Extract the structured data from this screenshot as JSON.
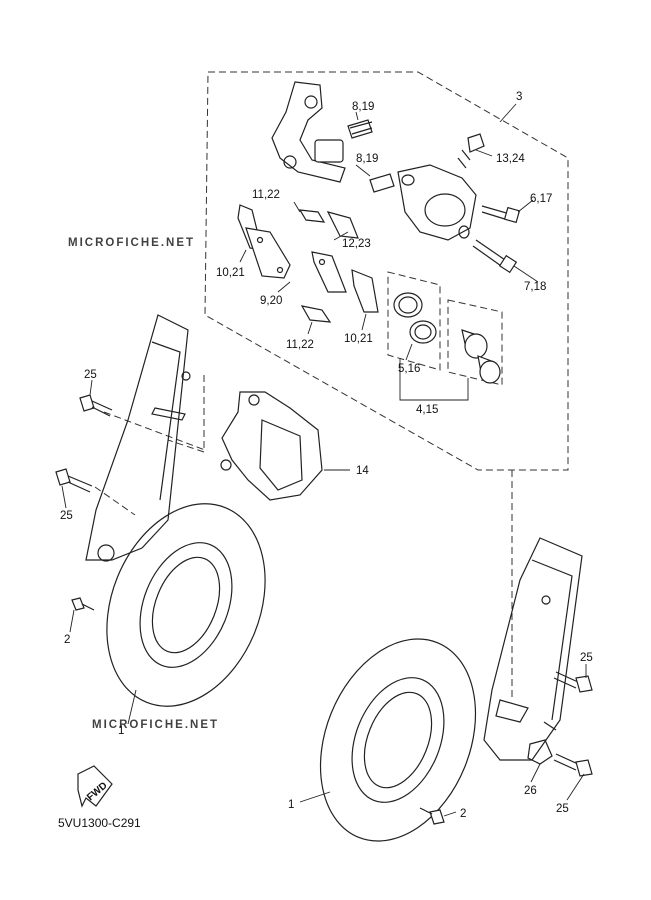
{
  "diagram_code": "5VU1300-C291",
  "watermark": "MICROFICHE.NET",
  "fwd_label": "FWD",
  "callouts": {
    "c3": "3",
    "c8_19_a": "8,19",
    "c8_19_b": "8,19",
    "c13_24": "13,24",
    "c6_17": "6,17",
    "c11_22_a": "11,22",
    "c12_23": "12,23",
    "c10_21_a": "10,21",
    "c7_18": "7,18",
    "c9_20": "9,20",
    "c11_22_b": "11,22",
    "c10_21_b": "10,21",
    "c5_16": "5,16",
    "c4_15": "4,15",
    "c25_a": "25",
    "c14": "14",
    "c25_b": "25",
    "c2_a": "2",
    "c1_a": "1",
    "c25_c": "25",
    "c26": "26",
    "c25_d": "25",
    "c1_b": "1",
    "c2_b": "2"
  }
}
